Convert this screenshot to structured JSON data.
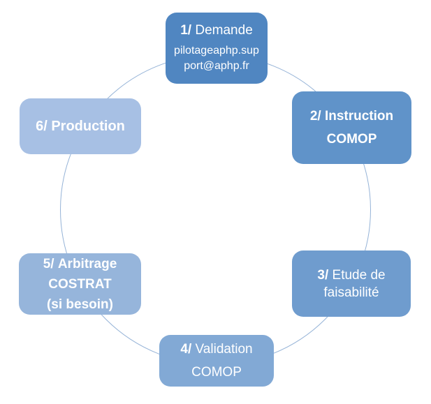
{
  "diagram": {
    "name": "cycle-process-diagram",
    "circle_color": "#95b3d7",
    "text_color": "#ffffff",
    "steps": [
      {
        "num": "1/",
        "label": "Demande",
        "detail_line1": "pilotageaphp.sup",
        "detail_line2": "port@aphp.fr",
        "color": "#5086c1"
      },
      {
        "num": "2/",
        "label": "Instruction",
        "label2": "COMOP",
        "color": "#6093c9"
      },
      {
        "num": "3/",
        "label": "Etude de",
        "label2": "faisabilité",
        "color": "#6f9cce"
      },
      {
        "num": "4/",
        "label": "Validation",
        "label2": "COMOP",
        "color": "#82a9d5"
      },
      {
        "num": "5/",
        "label": "Arbitrage",
        "label2": "COSTRAT",
        "label3": "(si besoin)",
        "color": "#96b5db"
      },
      {
        "num": "6/",
        "label": "Production",
        "color": "#a7c0e4"
      }
    ]
  }
}
